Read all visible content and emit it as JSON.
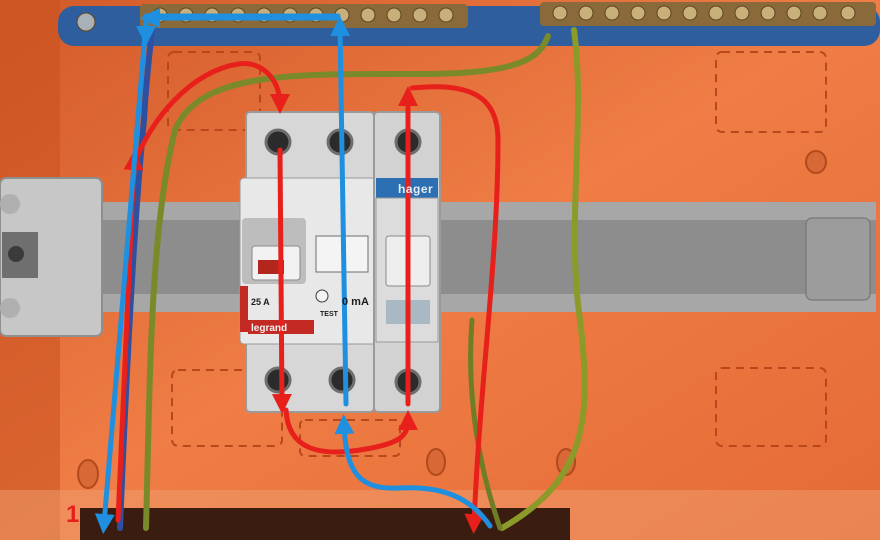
{
  "labels": {
    "hager_brand": "hager",
    "rcd_rating_current": "25 A",
    "rcd_rating_sensitivity": "0 mA",
    "rcd_test_label": "TEST",
    "legrand_brand": "legrand",
    "callout_number": "1"
  },
  "colors": {
    "enclosure": "#e8703c",
    "din_rail": "#8d8d8d",
    "rcd_body": "#d7d7d7",
    "neutral_busbar_strip": "#2e5e9e",
    "live_arrow": "#e8201c",
    "neutral_arrow": "#1f8fe0",
    "earth_wire": "#7a8a2a",
    "blue_wire": "#2f4fa0"
  },
  "icons": [
    "screw-terminal-icon",
    "arrow-head-icon",
    "test-button-icon"
  ]
}
